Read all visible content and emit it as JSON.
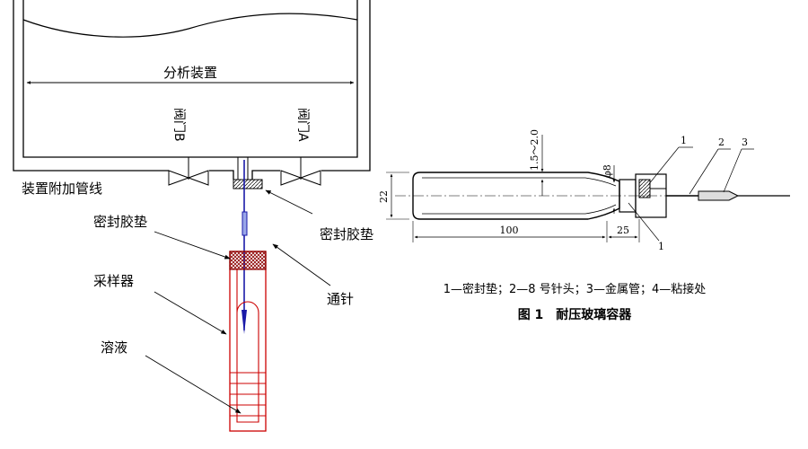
{
  "left_diagram": {
    "analyzer_label": "分析装置",
    "valve_b": "阀门B",
    "valve_a": "阀门A",
    "pipeline_label": "装置附加管线",
    "seal_gasket_right": "密封胶垫",
    "seal_gasket_left": "密封胶垫",
    "sampler_label": "采样器",
    "needle_label": "通针",
    "solution_label": "溶液"
  },
  "right_diagram": {
    "dim_wall": "1.5～2.0",
    "dim_phi": "φ8",
    "dim_height": "22",
    "dim_length": "100",
    "dim_neck": "25",
    "callout_1_top": "1",
    "callout_2": "2",
    "callout_3": "3",
    "callout_1_bottom": "1",
    "legend": "1—密封垫；2—8 号针头；3—金属管；4—粘接处",
    "figure_caption": "图 1　耐压玻璃容器"
  }
}
